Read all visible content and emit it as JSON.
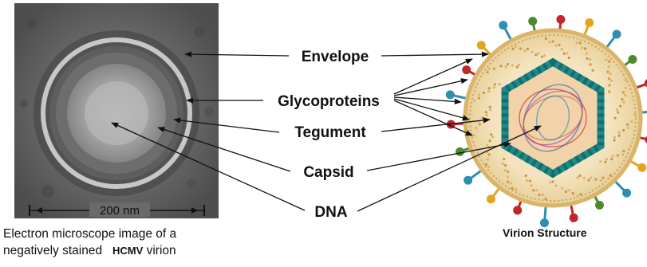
{
  "labels": {
    "envelope": "Envelope",
    "glycoproteins": "Glycoproteins",
    "tegument": "Tegument",
    "capsid": "Capsid",
    "dna": "DNA"
  },
  "scale_bar": "200 nm",
  "caption_left": {
    "line1": "Electron microscope image of a",
    "line2_pre": "negatively stained",
    "line2_abbr": "HCMV",
    "line2_post": "virion"
  },
  "caption_right": "Virion Structure",
  "colors": {
    "micrograph_bg": "#5e5e5e",
    "envelope_membrane": "#e8c98a",
    "tegument": "#f3e6c8",
    "capsid": "#1f8a8a",
    "spike_red": "#c0262a",
    "spike_orange": "#e7a21e",
    "spike_teal": "#2f8fb0",
    "spike_green": "#4c8a2c"
  }
}
